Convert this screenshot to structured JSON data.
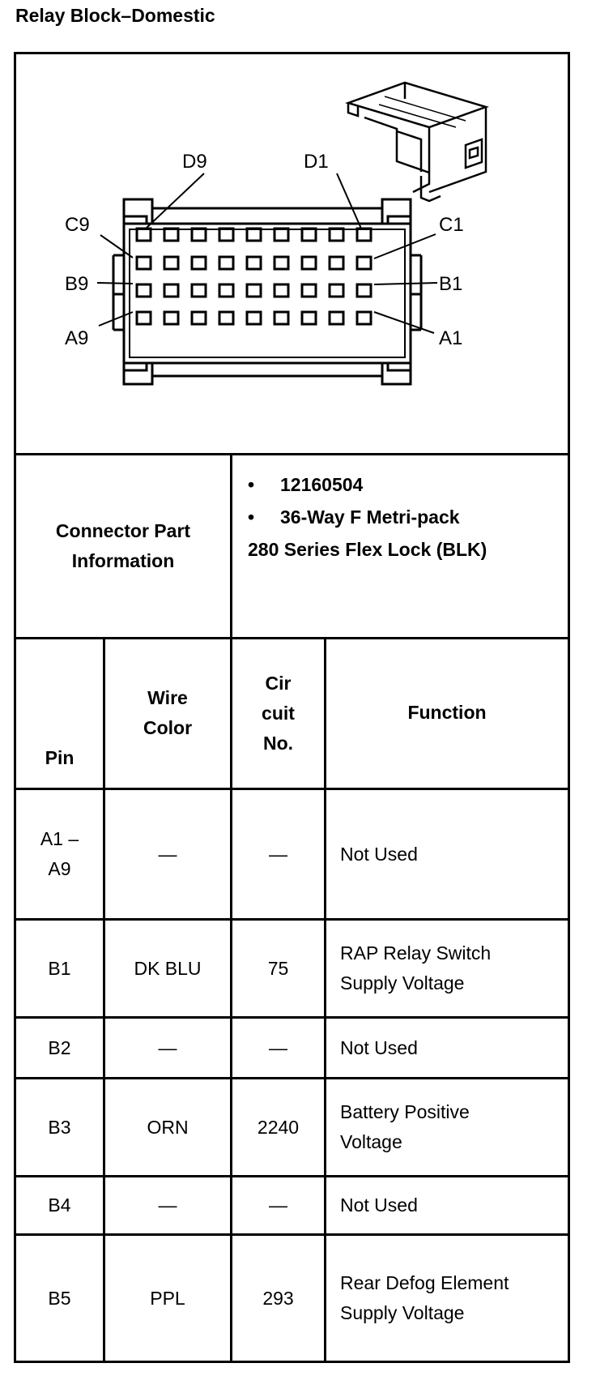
{
  "title": "Relay Block–Domestic",
  "diagram": {
    "labels": {
      "D9": "D9",
      "D1": "D1",
      "C9": "C9",
      "C1": "C1",
      "B9": "B9",
      "B1": "B1",
      "A9": "A9",
      "A1": "A1"
    }
  },
  "connector": {
    "label": "Connector Part Information",
    "items": [
      "12160504",
      "36-Way F Metri-pack"
    ],
    "extra": "280 Series Flex Lock (BLK)"
  },
  "table": {
    "headers": {
      "pin": "Pin",
      "wire": "Wire Color",
      "circuit": "Cir cuit No.",
      "function": "Function"
    },
    "rows": [
      {
        "pin": "A1 –A9",
        "wire": "—",
        "circuit": "—",
        "function": "Not Used"
      },
      {
        "pin": "B1",
        "wire": "DK BLU",
        "circuit": "75",
        "function": "RAP Relay Switch Supply Voltage"
      },
      {
        "pin": "B2",
        "wire": "—",
        "circuit": "—",
        "function": "Not Used"
      },
      {
        "pin": "B3",
        "wire": "ORN",
        "circuit": "2240",
        "function": "Battery Positive Voltage"
      },
      {
        "pin": "B4",
        "wire": "—",
        "circuit": "—",
        "function": "Not Used"
      },
      {
        "pin": "B5",
        "wire": "PPL",
        "circuit": "293",
        "function": "Rear Defog Element Supply Voltage"
      }
    ]
  }
}
